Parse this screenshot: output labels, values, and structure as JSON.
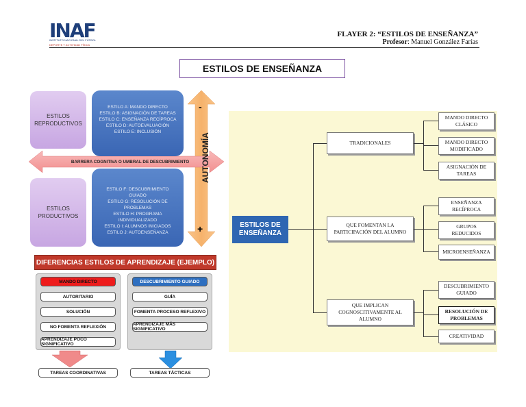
{
  "header": {
    "logo": "INAF",
    "logo_sub1": "INSTITUTO NACIONAL DEL FÚTBOL",
    "logo_sub2": "DEPORTE Y ACTIVIDAD FÍSICA",
    "title": "FLAYER 2: “ESTILOS DE ENSEÑANZA”",
    "prof_label": "Profesor",
    "prof_name": ": Manuel González Farías"
  },
  "main_title": "ESTILOS DE ENSEÑANZA",
  "left_diagram": {
    "reproductivos_label": "ESTILOS\nREPRODUCTIVOS",
    "productivos_label": "ESTILOS\nPRODUCTIVOS",
    "reproductive_styles": [
      "ESTILO A: MANDO DIRECTO",
      "ESTILO B: ASIGNACIÓN DE TAREAS",
      "ESTILO C: ENSEÑANZA RECÍPROCA",
      "ESTILO D: AUTOEVALUACIÓN",
      "ESTILO E: INCLUSIÓN"
    ],
    "productive_styles": [
      "ESTILO F: DESCUBRIMIENTO GUIADO",
      "ESTILO G: RESOLUCIÓN DE PROBLEMAS",
      "ESTILO H: PROGRAMA INDIVIDUALIZADO",
      "ESTILO I: ALUMNOS INICIADOS",
      "ESTILO J: AUTOENSEÑANZA"
    ],
    "barrier": "BARRERA COGNITIVA O UMBRAL DE DESCUBRIMIENTO",
    "autonomia": "AUTONOMÍA",
    "minus": "-",
    "plus": "+",
    "colors": {
      "purple": "#d6bdee",
      "blue": "#4575c0",
      "arrow_pink": "#f5a3a3",
      "arrow_orange": "#f6b26b"
    }
  },
  "differences": {
    "title": "DIFERENCIAS ESTILOS DE APRENDIZAJE (EJEMPLO)",
    "left": {
      "head": "MANDO DIRECTO",
      "items": [
        "AUTORITARIO",
        "SOLUCIÓN",
        "NO FOMENTA REFLEXIÓN",
        "APRENDIZAJE POCO SIGNIFICATIVO"
      ],
      "result": "TAREAS COORDINATIVAS"
    },
    "right": {
      "head": "DESCUBRIMIENTO GUIADO",
      "items": [
        "GUÍA",
        "FOMENTA PROCESO REFLEXIVO",
        "APRENDIZAJE MÁS SIGNIFICATIVO"
      ],
      "result": "TAREAS TÁCTICAS"
    }
  },
  "right_diagram": {
    "center": "ESTILOS DE\nENSEÑANZA",
    "categories": [
      {
        "label": "TRADICIONALES",
        "children": [
          "MANDO DIRECTO\nCLÁSICO",
          "MANDO DIRECTO\nMODIFICADO",
          "ASIGNACIÓN DE\nTAREAS"
        ]
      },
      {
        "label": "QUE FOMENTAN  LA\nPARTICIPACIÓN  DEL  ALUMNO",
        "children": [
          "ENSEÑANZA\nRECÍPROCA",
          "GRUPOS\nREDUCIDOS",
          "MICROENSEÑANZA"
        ]
      },
      {
        "label": "QUE IMPLICAN\nCOGNOSCITIVAMENTE AL\nALUMNO",
        "children": [
          "DESCUBRIMIENTO\nGUIADO",
          "RESOLUCIÓN DE\nPROBLEMAS",
          "CREATIVIDAD"
        ]
      }
    ],
    "colors": {
      "background": "#fbf8d4",
      "center": "#2e66b2"
    }
  }
}
